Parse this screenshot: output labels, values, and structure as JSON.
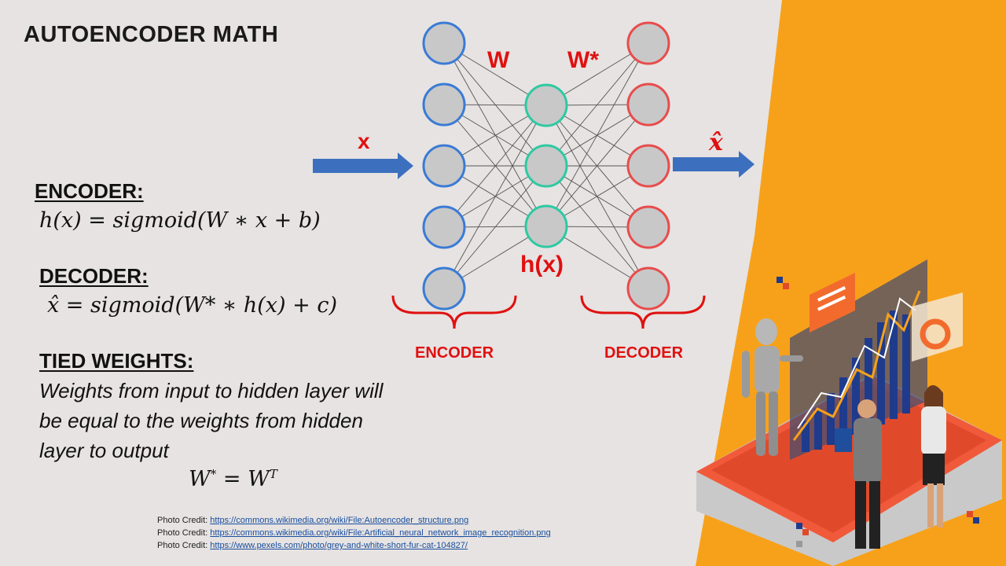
{
  "slide": {
    "title": "AUTOENCODER MATH",
    "encoder_heading": "ENCODER:",
    "encoder_eq": {
      "lhs": "h(x) = sigmoid(W ∗ x + b)"
    },
    "decoder_heading": "DECODER:",
    "decoder_eq": {
      "text": "x̂ = sigmoid(W* ∗ h(x) + c)"
    },
    "tied_heading": "TIED WEIGHTS:",
    "tied_lines": [
      "Weights from input to hidden layer will",
      "be equal to the weights from hidden",
      "layer to output"
    ],
    "tied_eq": {
      "left": "W",
      "left_sup": "*",
      "eq": " = ",
      "right": "W",
      "right_sup": "T"
    }
  },
  "diagram": {
    "weight_label_left": "W",
    "weight_label_right": "W*",
    "input_label": "x",
    "output_label": "x̂",
    "hidden_label": "h(x)",
    "encoder_label": "ENCODER",
    "decoder_label": "DECODER",
    "layers": {
      "input": 5,
      "hidden": 3,
      "output": 5
    },
    "colors": {
      "input": "#3a7bd5",
      "hidden": "#2ec9a2",
      "output": "#e84c4c",
      "arrow": "#3d6fbf",
      "label": "#e01010"
    }
  },
  "credits": {
    "prefix": "Photo Credit: ",
    "links": [
      "https://commons.wikimedia.org/wiki/File:Autoencoder_structure.png",
      "https://commons.wikimedia.org/wiki/File:Artificial_neural_network_image_recognition.png",
      "https://www.pexels.com/photo/grey-and-white-short-fur-cat-104827/"
    ]
  },
  "illustration": {
    "accent": "#f7a11a",
    "platform": "#f05a3a"
  }
}
